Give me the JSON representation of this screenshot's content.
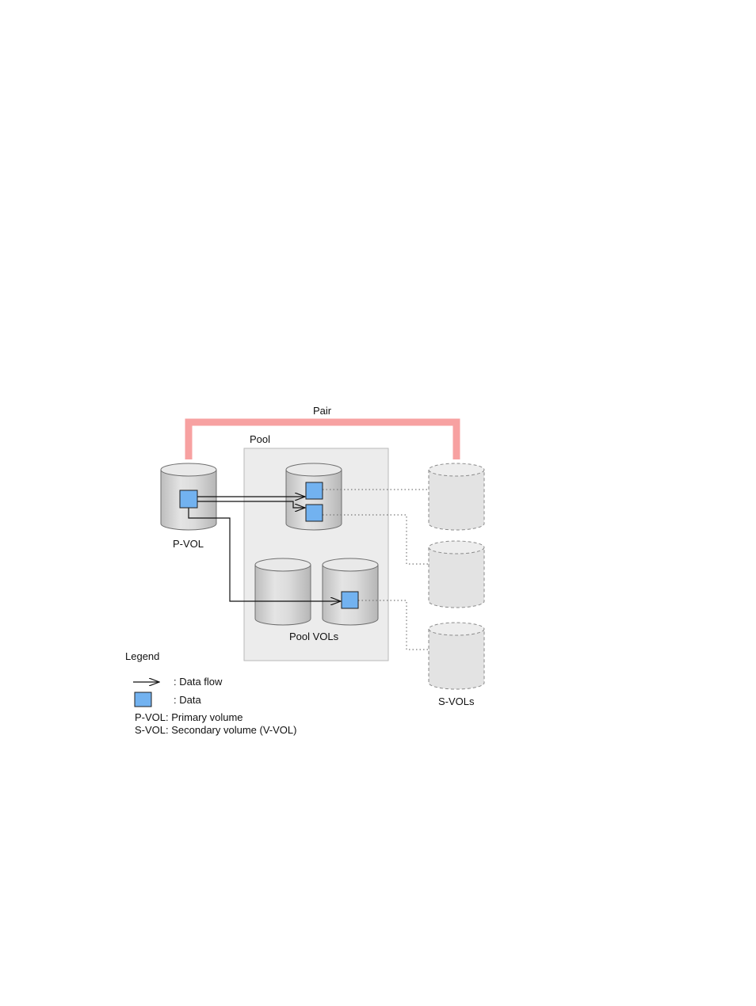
{
  "diagram": {
    "pair_label": "Pair",
    "pool_label": "Pool",
    "pvol_label": "P-VOL",
    "pool_vols_label": "Pool VOLs",
    "svols_label": "S-VOLs"
  },
  "legend": {
    "title": "Legend",
    "data_flow": ": Data flow",
    "data": ": Data",
    "pvol_def": "P-VOL: Primary volume",
    "svol_def": "S-VOL: Secondary volume (V-VOL)"
  },
  "colors": {
    "pair_line": "#f7a1a1",
    "pool_box": "#ececec",
    "data_block": "#72b2f0",
    "volume": "#d8d8d8"
  }
}
